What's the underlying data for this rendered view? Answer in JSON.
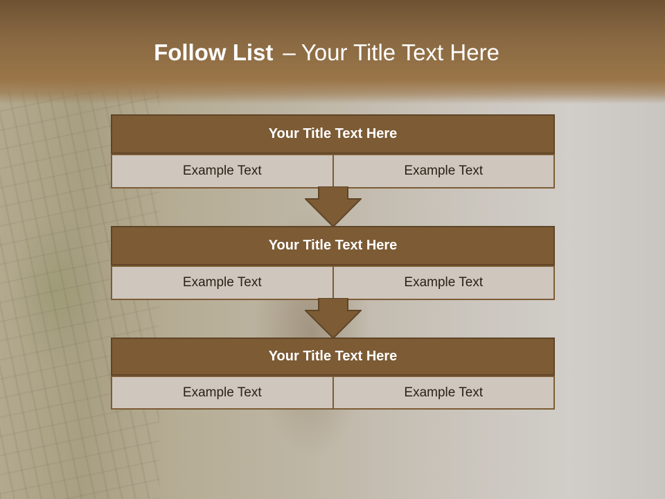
{
  "slide": {
    "title_bold": "Follow List",
    "title_sep": "–",
    "title_rest": "Your Title Text Here"
  },
  "steps": [
    {
      "title": "Your Title Text Here",
      "left": "Example Text",
      "right": "Example Text"
    },
    {
      "title": "Your Title Text Here",
      "left": "Example Text",
      "right": "Example Text"
    },
    {
      "title": "Your Title Text Here",
      "left": "Example Text",
      "right": "Example Text"
    }
  ],
  "colors": {
    "header_brown": "#8a6a43",
    "title_fill": "#7c5b35",
    "cell_fill": "#cfc6bd",
    "arrow_fill": "#7c5b35"
  }
}
